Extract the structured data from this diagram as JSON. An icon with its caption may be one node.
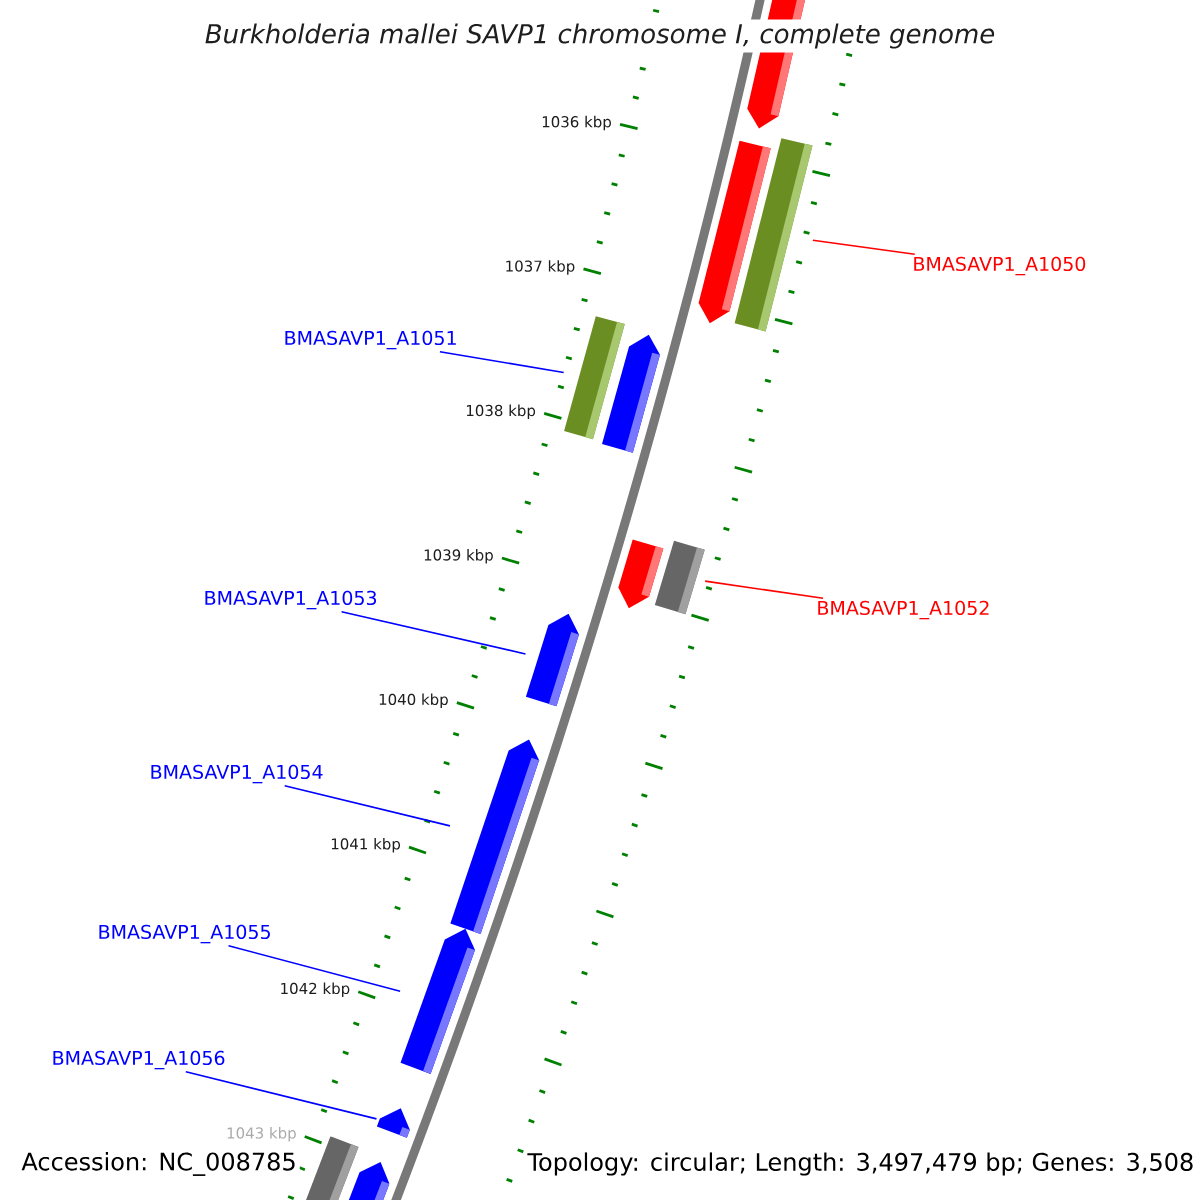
{
  "diagram": {
    "title": "Burkholderia mallei SAVP1 chromosome I, complete genome",
    "nodes": [
      {
        "text": [
          "BMASAVP1_A1050"
        ]
      },
      {
        "text": [
          "BMASAVP1_A1051"
        ]
      },
      {
        "text": [
          "BMASAVP1_A1052"
        ]
      },
      {
        "text": [
          "BMASAVP1_A1053"
        ]
      },
      {
        "text": [
          "BMASAVP1_A1054"
        ]
      },
      {
        "text": [
          "BMASAVP1_A1055"
        ]
      },
      {
        "text": [
          "BMASAVP1_A1056"
        ]
      },
      {
        "text": [],
        "shape": "pentagon"
      },
      {
        "text": [],
        "shape": "pentagon"
      },
      {
        "text": [],
        "shape": "bar"
      },
      {
        "text": [],
        "shape": "bar"
      },
      {
        "text": [],
        "shape": "pentagon"
      },
      {
        "text": [],
        "shape": "pentagon"
      },
      {
        "text": [],
        "shape": "bar"
      },
      {
        "text": [],
        "shape": "pentagon"
      },
      {
        "text": [],
        "shape": "pentagon"
      },
      {
        "text": [],
        "shape": "pentagon"
      },
      {
        "text": [],
        "shape": "pentagon"
      },
      {
        "text": [],
        "shape": "bar"
      },
      {
        "text": [],
        "shape": "pentagon"
      }
    ],
    "edges": [
      {
        "from": 0,
        "to": 9,
        "arrow": "none",
        "color": "#ff0000"
      },
      {
        "from": 1,
        "to": 10,
        "arrow": "none"
      },
      {
        "from": 2,
        "to": 13,
        "arrow": "none",
        "color": "#ff0000"
      },
      {
        "from": 3,
        "to": 14,
        "arrow": "none"
      },
      {
        "from": 4,
        "to": 15,
        "arrow": "none"
      },
      {
        "from": 5,
        "to": 16,
        "arrow": "none"
      },
      {
        "from": 6,
        "to": 17,
        "arrow": "none"
      }
    ],
    "labels": [
      "1036 kbp",
      "1037 kbp",
      "1038 kbp",
      "1039 kbp",
      "1040 kbp",
      "1041 kbp",
      "1042 kbp",
      "1043 kbp",
      "Accession: NC_008785",
      "Topology: circular; Length: 3,497,479 bp; Genes: 3,508"
    ]
  }
}
